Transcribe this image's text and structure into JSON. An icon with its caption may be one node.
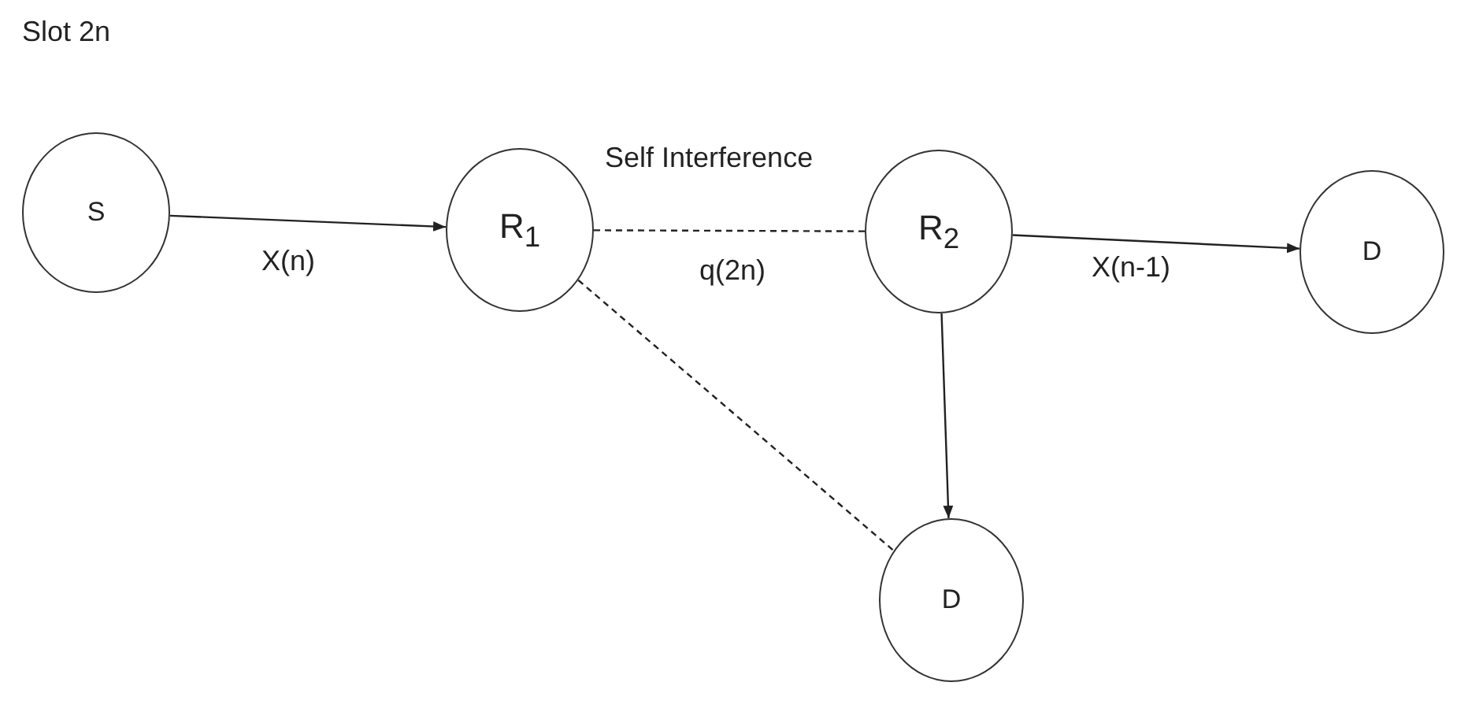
{
  "diagram": {
    "title": "Slot 2n",
    "nodes": [
      {
        "text": [
          "S"
        ]
      },
      {
        "text": [
          "R$_{1}$"
        ]
      },
      {
        "text": [
          "R$_{2}$"
        ]
      },
      {
        "text": [
          "D"
        ]
      },
      {
        "text": [
          "D"
        ]
      }
    ],
    "edges": [
      {
        "from": 0,
        "to": 1,
        "arrow": "to",
        "label": "X(n)"
      },
      {
        "from": 1,
        "to": 2,
        "arrow": "none",
        "style": "dashed",
        "label": "q(2n)"
      },
      {
        "from": 2,
        "to": 3,
        "arrow": "to",
        "label": "X(n-1)"
      },
      {
        "from": 2,
        "to": 4,
        "arrow": "to"
      },
      {
        "from": 1,
        "to": 4,
        "arrow": "none",
        "style": "dashed"
      }
    ],
    "labels": [
      "Self Interference"
    ]
  }
}
